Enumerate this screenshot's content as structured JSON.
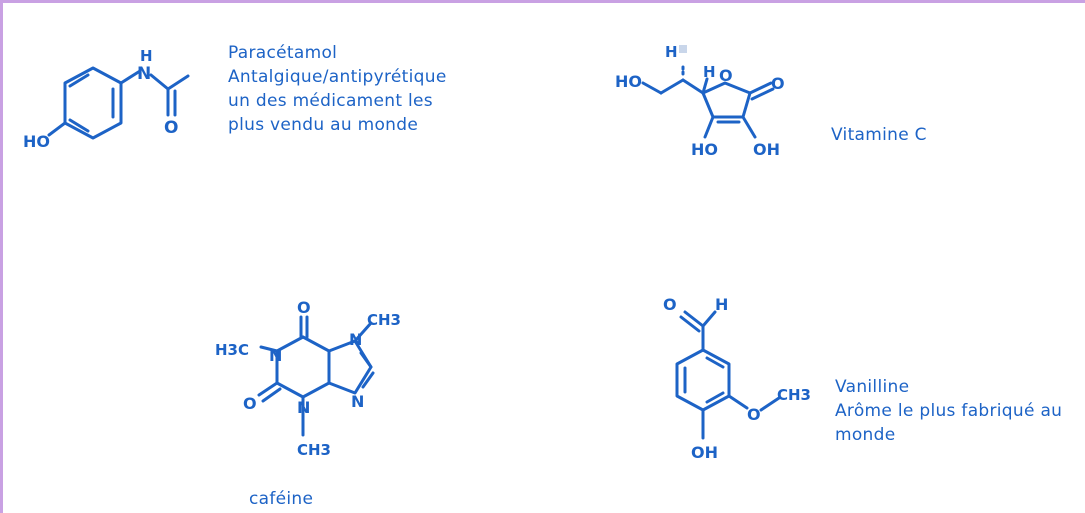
{
  "accent_color": "#1d63c6",
  "border_color": "#c9a1e3",
  "molecules": {
    "paracetamol": {
      "lines": [
        "Paracétamol",
        "Antalgique/antipyrétique",
        "un des médicament les",
        "plus vendu au monde"
      ],
      "atoms": {
        "h": "H",
        "n": "N",
        "o": "O",
        "ho": "HO"
      }
    },
    "vitamin_c": {
      "name": "Vitamine C",
      "atoms": {
        "h1": "H",
        "h2": "H",
        "ring_o": "O",
        "carbonyl_o": "O",
        "ho_left": "HO",
        "ho_bottom": "HO",
        "oh_bottom": "OH"
      }
    },
    "caffeine": {
      "name": "caféine",
      "atoms": {
        "o_top": "O",
        "ch3_top": "CH3",
        "h3c": "H3C",
        "n1": "N",
        "n7": "N",
        "n9": "N",
        "n3": "N",
        "o_left": "O",
        "ch3_bottom": "CH3"
      }
    },
    "vanillin": {
      "lines": [
        "Vanilline",
        "Arôme le plus fabriqué au",
        "monde"
      ],
      "atoms": {
        "o_ald": "O",
        "h_ald": "H",
        "o_ether": "O",
        "ch3": "CH3",
        "oh": "OH"
      }
    }
  }
}
